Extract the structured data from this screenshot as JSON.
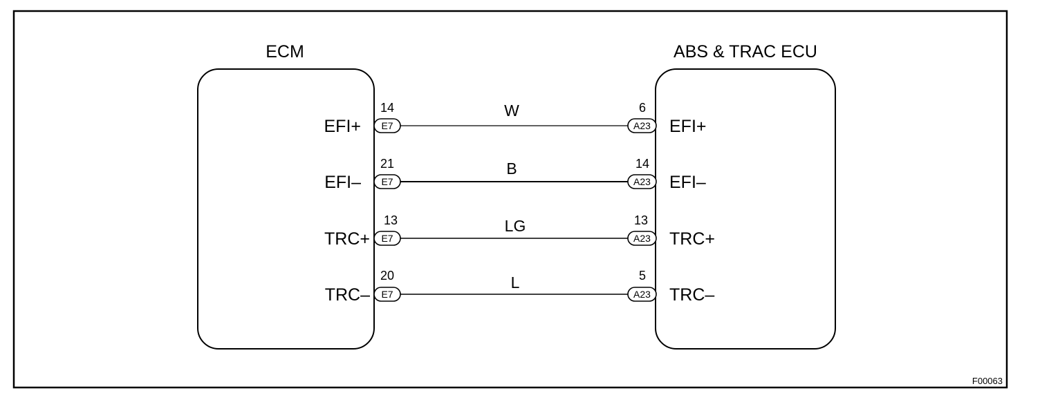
{
  "figure_id": "F00063",
  "left_unit": {
    "title": "ECM",
    "connector": "E7"
  },
  "right_unit": {
    "title": "ABS & TRAC ECU",
    "connector": "A23"
  },
  "wires": [
    {
      "left_pin_label": "EFI+",
      "left_pin_number": "14",
      "color": "W",
      "right_pin_number": "6",
      "right_pin_label": "EFI+"
    },
    {
      "left_pin_label": "EFI–",
      "left_pin_number": "21",
      "color": "B",
      "right_pin_number": "14",
      "right_pin_label": "EFI–"
    },
    {
      "left_pin_label": "TRC+",
      "left_pin_number": "13",
      "color": "LG",
      "right_pin_number": "13",
      "right_pin_label": "TRC+"
    },
    {
      "left_pin_label": "TRC–",
      "left_pin_number": "20",
      "color": "L",
      "right_pin_number": "5",
      "right_pin_label": "TRC–"
    }
  ]
}
